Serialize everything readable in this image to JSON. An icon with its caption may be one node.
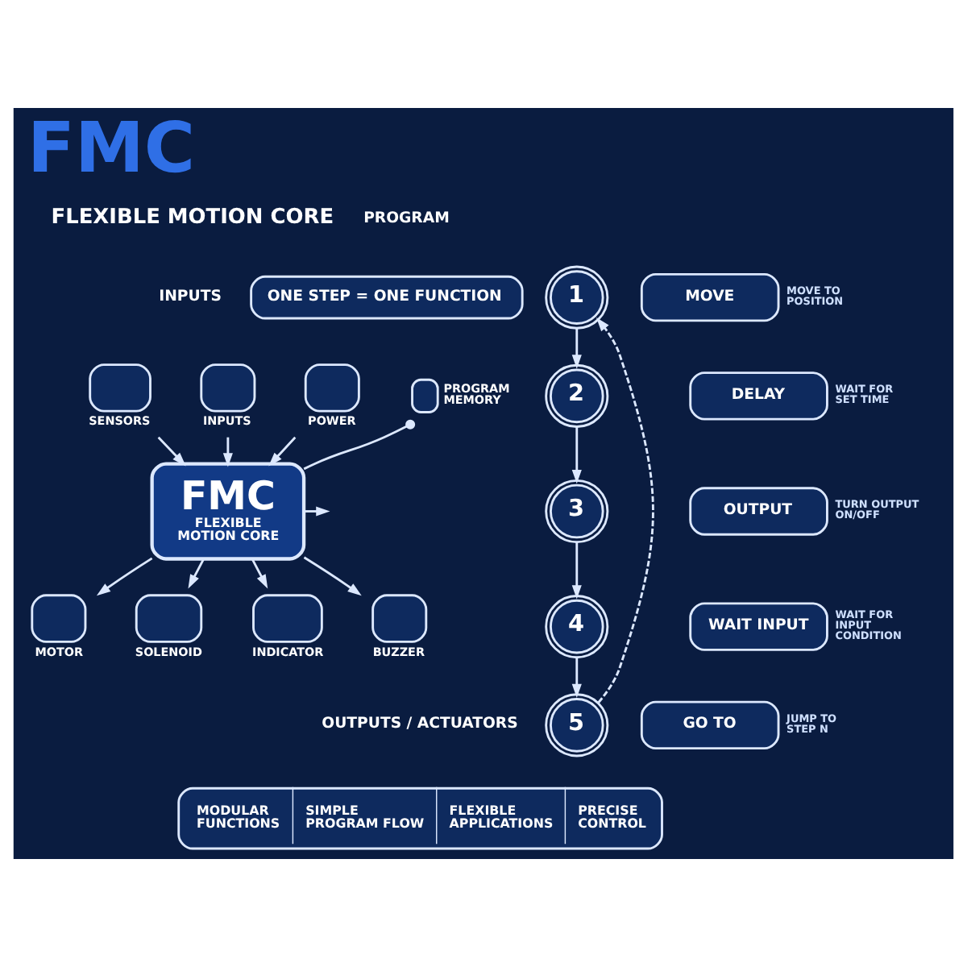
{
  "diagram": {
    "title": "FMC",
    "nodes": [
      {
        "text": [
          "ONE STEP = ONE FUNCTION"
        ]
      },
      {
        "text": [
          "SENSORS"
        ]
      },
      {
        "text": [
          "INPUTS"
        ]
      },
      {
        "text": [
          "POWER"
        ]
      },
      {
        "text": [
          "PROGRAM MEMORY"
        ]
      },
      {
        "text": [
          "FMC",
          "FLEXIBLE MOTION CORE"
        ]
      },
      {
        "text": [
          "MOTOR"
        ]
      },
      {
        "text": [
          "SOLENOID"
        ]
      },
      {
        "text": [
          "INDICATOR"
        ]
      },
      {
        "text": [
          "BUZZER"
        ]
      },
      {
        "text": [
          "1"
        ]
      },
      {
        "text": [
          "MOVE"
        ],
        "beside": [
          "MOVE TO POSITION"
        ]
      },
      {
        "text": [
          "2"
        ]
      },
      {
        "text": [
          "DELAY"
        ],
        "beside": [
          "WAIT FOR SET TIME"
        ]
      },
      {
        "text": [
          "3"
        ]
      },
      {
        "text": [
          "OUTPUT"
        ],
        "beside": [
          "TURN OUTPUT ON/OFF"
        ]
      },
      {
        "text": [
          "4"
        ]
      },
      {
        "text": [
          "WAIT INPUT"
        ],
        "beside": [
          "WAIT FOR INPUT CONDITION"
        ]
      },
      {
        "text": [
          "5"
        ]
      },
      {
        "text": [
          "GO TO"
        ],
        "beside": [
          "JUMP TO STEP N"
        ]
      },
      {
        "text": [
          "MODULAR FUNCTIONS",
          "SIMPLE PROGRAM FLOW",
          "FLEXIBLE APPLICATIONS",
          "PRECISE CONTROL"
        ]
      }
    ],
    "edges": [
      {
        "from": 1,
        "to": 5,
        "arrow": "to"
      },
      {
        "from": 2,
        "to": 5,
        "arrow": "to"
      },
      {
        "from": 3,
        "to": 5,
        "arrow": "to"
      },
      {
        "from": 5,
        "to": 4,
        "arrow": "other"
      },
      {
        "from": 5,
        "to": 6,
        "arrow": "to"
      },
      {
        "from": 5,
        "to": 7,
        "arrow": "to"
      },
      {
        "from": 5,
        "to": 8,
        "arrow": "to"
      },
      {
        "from": 5,
        "to": 9,
        "arrow": "to"
      },
      {
        "from": 5,
        "to": null,
        "arrow": "to"
      },
      {
        "from": 10,
        "to": 12,
        "arrow": "to"
      },
      {
        "from": 12,
        "to": 14,
        "arrow": "to"
      },
      {
        "from": 14,
        "to": 16,
        "arrow": "to"
      },
      {
        "from": 16,
        "to": 18,
        "arrow": "to"
      },
      {
        "from": 18,
        "to": 10,
        "arrow": "to",
        "style": "dashed"
      }
    ],
    "labels": [
      "FLEXIBLE MOTION CORE",
      "INPUTS",
      "OUTPUTS / ACTUATORS",
      "PROGRAM"
    ]
  }
}
